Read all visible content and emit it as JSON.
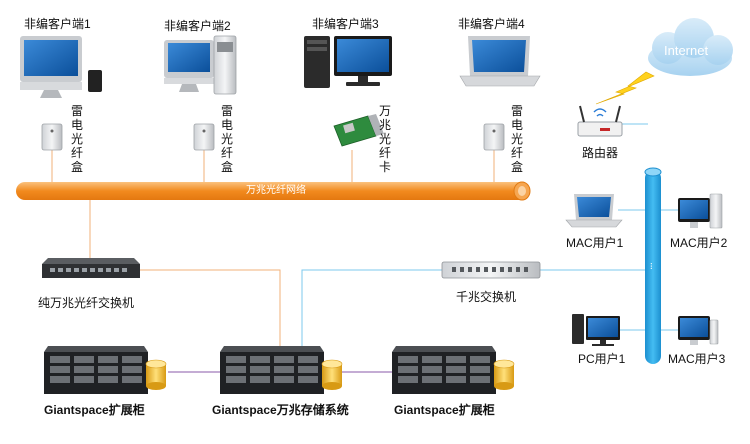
{
  "clients": [
    {
      "label": "非编客户端1"
    },
    {
      "label": "非编客户端2"
    },
    {
      "label": "非编客户端3"
    },
    {
      "label": "非编客户端4"
    }
  ],
  "thunderbolt_box": "雷电光纤盒",
  "fiber_card": "万兆光纤卡",
  "backbone": "万兆光纤网络",
  "internet": "Internet",
  "router": "路由器",
  "fiber_switch": "纯万兆光纤交换机",
  "gigabit_switch": "千兆交换机",
  "mac_users": [
    "MAC用户1",
    "MAC用户2",
    "MAC用户3"
  ],
  "pc_user": "PC用户1",
  "storage": {
    "left": "Giantspace扩展柜",
    "center": "Giantspace万兆存储系统",
    "right": "Giantspace扩展柜"
  },
  "colors": {
    "orange": "#f7962b",
    "blue": "#21a6e6",
    "link_orange": "#f2b27a",
    "link_blue": "#7cc8ec",
    "purple": "#8a5aa8"
  }
}
